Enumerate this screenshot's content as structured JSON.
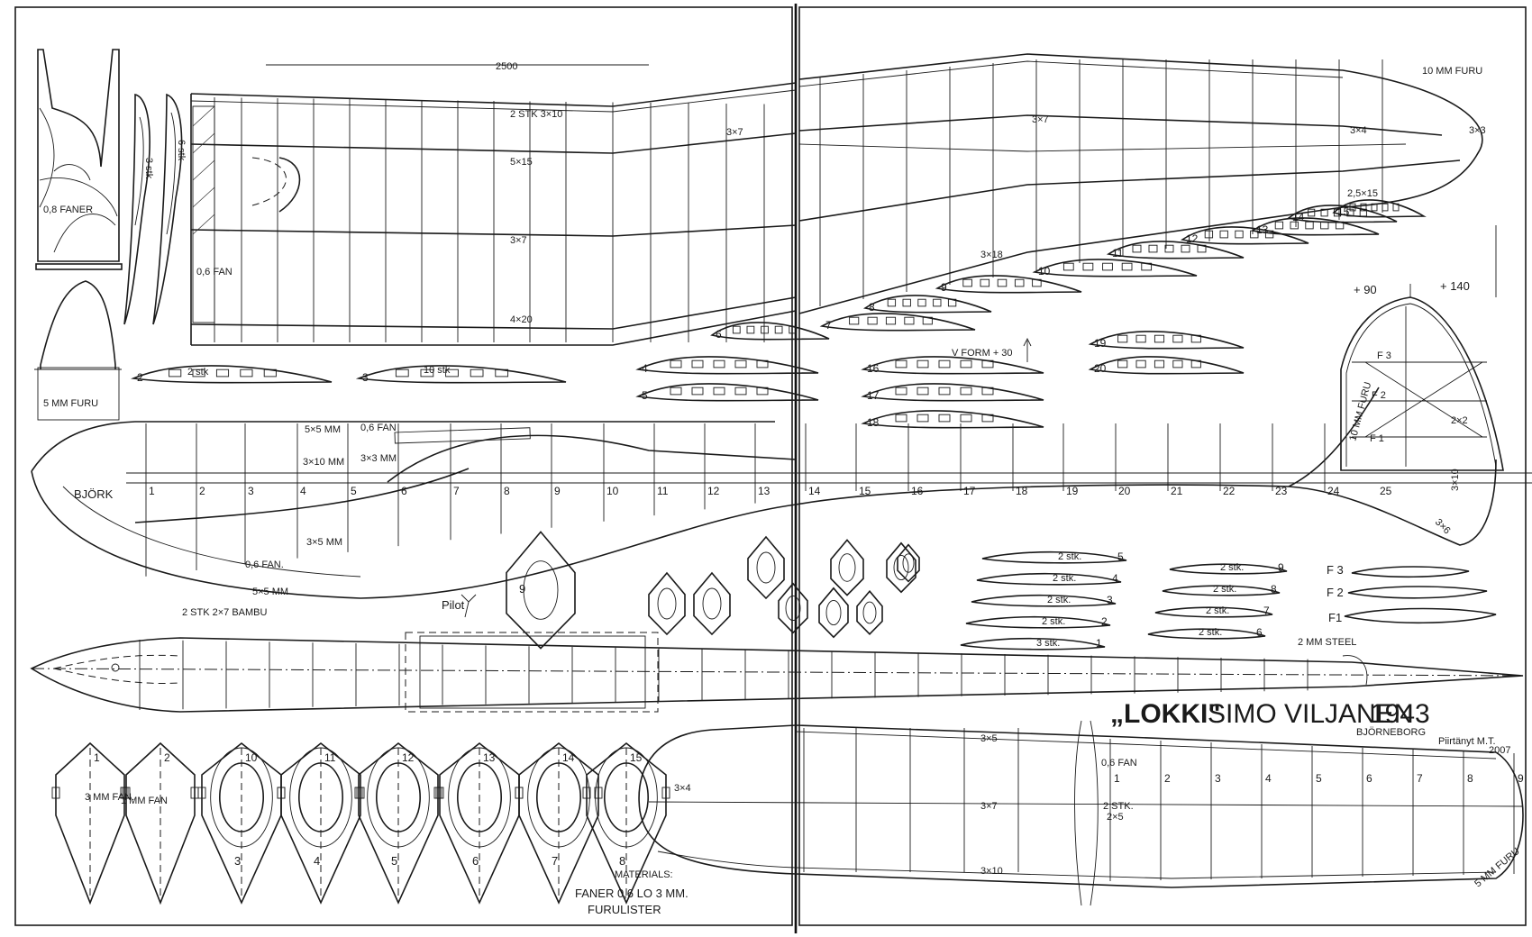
{
  "title": {
    "prefix": "„",
    "name": "LOKKI",
    "quote": "\"",
    "author": "SIMO VILJANEN",
    "year": "1943",
    "place": "BJÖRNEBORG",
    "redrawn_by": "Piirtänyt M.T.",
    "redrawn_year": "2007"
  },
  "wing": {
    "span": "2500",
    "spar_top": "2 STK 3×10",
    "spar_main": "5×15",
    "spar_mid": "3×7",
    "spar_rear": "4×20",
    "spar_left": "3×7",
    "tip_spar_a": "3×7",
    "tip_spar_b": "3×4",
    "tip_spar_c": "3×3",
    "tip_spar_d": "2,5×15",
    "tip_spar_e": "3×18",
    "tip_material": "10 MM FURU",
    "root_material": "0,6 FAN"
  },
  "fuselage": {
    "nose_material": "BJÖRK",
    "ply_note": "5×5 MM",
    "ply_fan": "0,6 FAN",
    "stringer_a": "3×10 MM",
    "stringer_b": "3×3 MM",
    "stringer_c": "3×5 MM",
    "fan_note": "0,6 FAN.",
    "longeron": "5×5 MM",
    "skid": "2 STK 2×7 BAMBU",
    "pilot": "Pilot",
    "fin_stringer": "3×10",
    "fin_diag": "3×6"
  },
  "frame_labels": [
    "1",
    "2",
    "3",
    "4",
    "5",
    "6",
    "7",
    "8",
    "9",
    "10",
    "11",
    "12",
    "13",
    "14",
    "15",
    "16",
    "17",
    "18",
    "19",
    "20",
    "21",
    "22",
    "23",
    "24",
    "25"
  ],
  "rudder": {
    "f3": "F 3",
    "f2": "F 2",
    "f1": "F 1",
    "material": "10 MM FURU",
    "spar": "2×2",
    "dim_a": "+ 90",
    "dim_b": "+ 140"
  },
  "ribs_note": "V FORM + 30",
  "parts_left": {
    "veneer": "0,8 FANER",
    "stk_a": "3 stk",
    "stk_b": "6 stk",
    "fan_label": "0,6 FAN",
    "furu": "5 MM FURU"
  },
  "small_ribs": [
    {
      "label": "2 stk.",
      "num": "5"
    },
    {
      "label": "2 stk.",
      "num": "4"
    },
    {
      "label": "2 stk.",
      "num": "3"
    },
    {
      "label": "2 stk.",
      "num": "2"
    },
    {
      "label": "3 stk.",
      "num": "1"
    }
  ],
  "small_ribs_b": [
    {
      "label": "2 stk.",
      "num": "9"
    },
    {
      "label": "2 stk.",
      "num": "8"
    },
    {
      "label": "2 stk.",
      "num": "7"
    },
    {
      "label": "2 stk.",
      "num": "6"
    }
  ],
  "stab": {
    "f3": "F 3",
    "f2": "F 2",
    "f1": "F1",
    "steel": "2 MM STEEL",
    "spar_a": "3×5",
    "spar_b": "3×7",
    "spar_c": "3×10",
    "spar_d": "3×4",
    "fan": "0,6 FAN",
    "stk": "2 STK.",
    "stk_dim": "2×5",
    "edge": "5 MM FURU"
  },
  "formers": {
    "f1_material": "3 MM FAN.",
    "f2_material": "1 MM FAN",
    "numbers_top": [
      "1",
      "2",
      "10",
      "11",
      "12",
      "13",
      "14",
      "15"
    ],
    "numbers_bottom": [
      "3",
      "4",
      "5",
      "6",
      "7",
      "8"
    ]
  },
  "materials": {
    "heading": "MATERIALS:",
    "line1": "FANER 0,6 LO 3 MM.",
    "line2": "FURULISTER"
  },
  "wing_rib_numbers": [
    "2",
    "3",
    "4",
    "5",
    "6",
    "7",
    "8",
    "9",
    "10",
    "11",
    "12",
    "13",
    "14",
    "15",
    "16",
    "17",
    "18",
    "19",
    "20"
  ],
  "rib_stk": [
    "2 stk",
    "10 stk"
  ],
  "former9": "9"
}
